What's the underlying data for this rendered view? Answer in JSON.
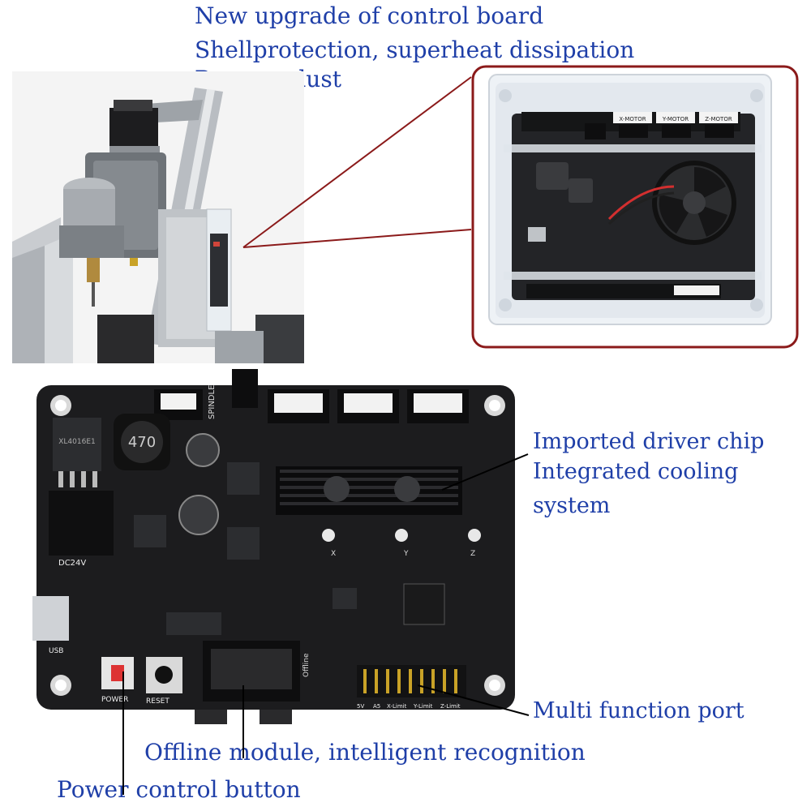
{
  "captions": {
    "top_line1": "New  upgrade of control board",
    "top_line2": "Shellprotection, superheat dissipation",
    "top_line3": "Prevent dust",
    "driver_line1": "Imported driver chip",
    "driver_line2": "Integrated cooling",
    "driver_line3": "system",
    "multi_port": "Multi function port",
    "offline": "Offline module, intelligent recognition",
    "power": "Power control button"
  },
  "case_labels": {
    "x_motor": "X-MOTOR",
    "y_motor": "Y-MOTOR",
    "z_motor": "Z-MOTOR"
  },
  "board_labels": {
    "spindle": "SPINDLE",
    "inductor": "470",
    "chip": "XL4016E1",
    "dc": "DC24V",
    "usb": "USB",
    "power": "POWER",
    "reset": "RESET",
    "offline": "Offline",
    "x_pot": "X",
    "y_pot": "Y",
    "z_pot": "Z",
    "pin_5v": "5V",
    "pin_a5": "A5",
    "x_limit": "X-Limit",
    "y_limit": "Y-Limit",
    "z_limit": "Z-Limit"
  },
  "colors": {
    "caption": "#1f3fa8",
    "callout_frame": "#8b1a1a",
    "pcb": "#1c1c1e"
  }
}
